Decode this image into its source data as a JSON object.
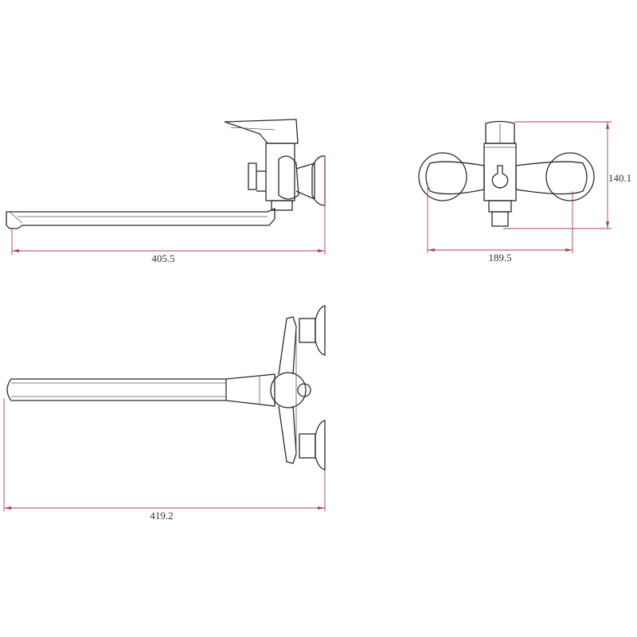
{
  "title": "Faucet technical drawing",
  "views": {
    "side": {
      "dimension": "405.5"
    },
    "front": {
      "width_dimension": "189.5",
      "height_dimension": "140.1"
    },
    "top": {
      "dimension": "419.2"
    }
  },
  "colors": {
    "line": "#2a2a2a",
    "dimension": "#b0404a"
  }
}
